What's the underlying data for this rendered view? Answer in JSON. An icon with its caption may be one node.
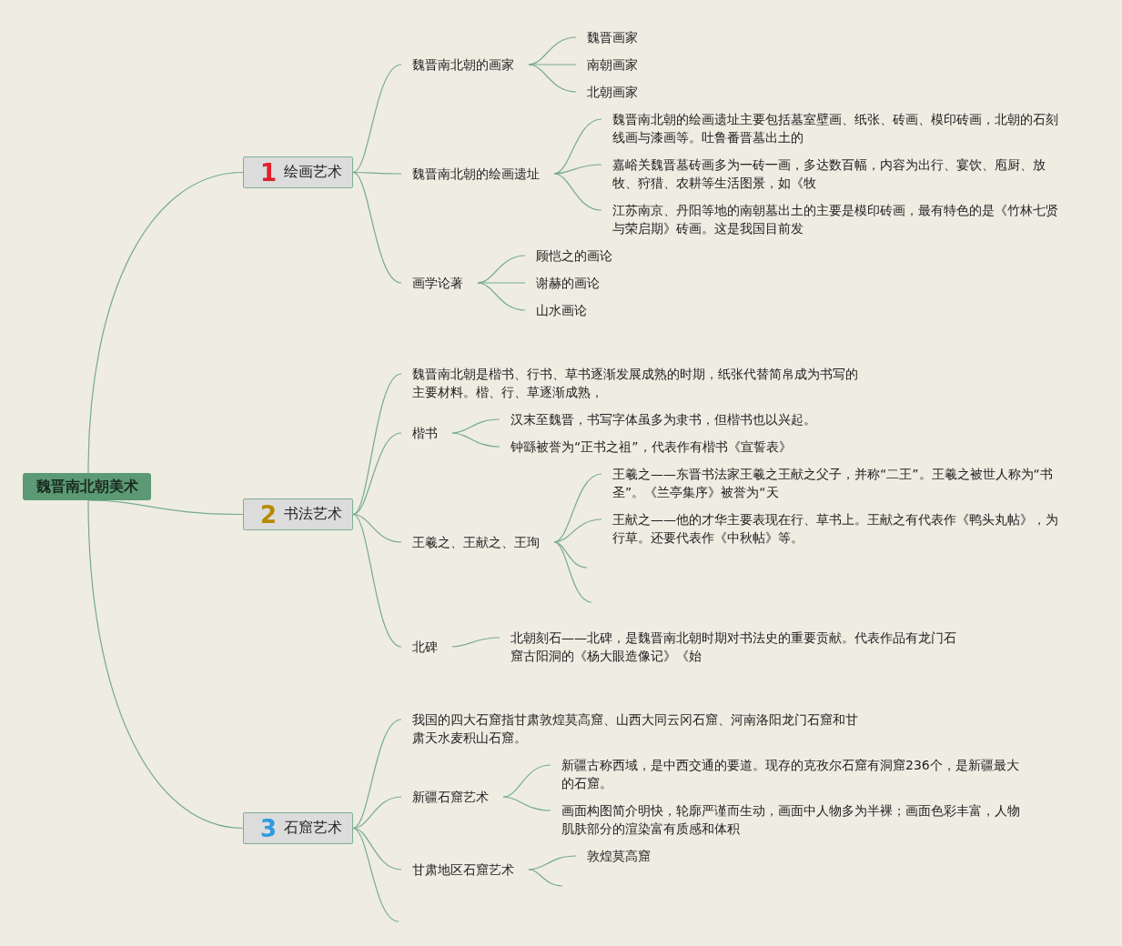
{
  "diagram": {
    "nodes": [
      {
        "text": [
          "魏晋南北朝美术"
        ]
      },
      {
        "text": [
          "1",
          "绘画艺术"
        ]
      },
      {
        "text": [
          "魏晋南北朝的画家"
        ]
      },
      {
        "text": [
          "魏晋画家"
        ]
      },
      {
        "text": [
          "南朝画家"
        ]
      },
      {
        "text": [
          "北朝画家"
        ]
      },
      {
        "text": [
          "魏晋南北朝的绘画遗址"
        ]
      },
      {
        "text": [
          "魏晋南北朝的绘画遗址主要包括墓室壁画、纸张、砖画、模印砖画，北朝的石刻线画与漆画等。吐鲁番晋墓出土的"
        ]
      },
      {
        "text": [
          "嘉峪关魏晋墓砖画多为一砖一画，多达数百幅，内容为出行、宴饮、庖厨、放牧、狩猎、农耕等生活图景，如《牧"
        ]
      },
      {
        "text": [
          "江苏南京、丹阳等地的南朝墓出土的主要是模印砖画，最有特色的是《竹林七贤与荣启期》砖画。这是我国目前发"
        ]
      },
      {
        "text": [
          "画学论著"
        ]
      },
      {
        "text": [
          "顾恺之的画论"
        ]
      },
      {
        "text": [
          "谢赫的画论"
        ]
      },
      {
        "text": [
          "山水画论"
        ]
      },
      {
        "text": [
          "2",
          "书法艺术"
        ]
      },
      {
        "text": [
          "魏晋南北朝是楷书、行书、草书逐渐发展成熟的时期，纸张代替简帛成为书写的主要材料。楷、行、草逐渐成熟，"
        ]
      },
      {
        "text": [
          "楷书"
        ]
      },
      {
        "text": [
          "汉末至魏晋，书写字体虽多为隶书，但楷书也以兴起。"
        ]
      },
      {
        "text": [
          "钟繇被誉为“正书之祖”，代表作有楷书《宣誓表》"
        ]
      },
      {
        "text": [
          "王羲之、王献之、王珣"
        ]
      },
      {
        "text": [
          "王羲之——东晋书法家王羲之王献之父子，并称“二王”。王羲之被世人称为“书圣”。《兰亭集序》被誉为“天"
        ]
      },
      {
        "text": [
          "王献之——他的才华主要表现在行、草书上。王献之有代表作《鸭头丸帖》，为行草。还要代表作《中秋帖》等。"
        ]
      },
      {
        "text": [
          "北碑"
        ]
      },
      {
        "text": [
          "北朝刻石——北碑，是魏晋南北朝时期对书法史的重要贡献。代表作品有龙门石窟古阳洞的《杨大眼造像记》《始"
        ]
      },
      {
        "text": [
          "3",
          "石窟艺术"
        ]
      },
      {
        "text": [
          "我国的四大石窟指甘肃敦煌莫高窟、山西大同云冈石窟、河南洛阳龙门石窟和甘肃天水麦积山石窟。"
        ]
      },
      {
        "text": [
          "新疆石窟艺术"
        ]
      },
      {
        "text": [
          "新疆古称西域，是中西交通的要道。现存的克孜尔石窟有洞窟236个，是新疆最大的石窟。"
        ]
      },
      {
        "text": [
          "画面构图简介明快，轮廓严谨而生动，画面中人物多为半裸；画面色彩丰富，人物肌肤部分的渲染富有质感和体积"
        ]
      },
      {
        "text": [
          "甘肃地区石窟艺术"
        ]
      },
      {
        "text": [
          "敦煌莫高窟"
        ]
      }
    ],
    "edges": [
      {
        "from": 0,
        "to": 1,
        "arrow": "none"
      },
      {
        "from": 0,
        "to": 14,
        "arrow": "none"
      },
      {
        "from": 0,
        "to": 24,
        "arrow": "none"
      },
      {
        "from": 1,
        "to": 2,
        "arrow": "none"
      },
      {
        "from": 1,
        "to": 6,
        "arrow": "none"
      },
      {
        "from": 1,
        "to": 10,
        "arrow": "none"
      },
      {
        "from": 2,
        "to": 3,
        "arrow": "none"
      },
      {
        "from": 2,
        "to": 4,
        "arrow": "none"
      },
      {
        "from": 2,
        "to": 5,
        "arrow": "none"
      },
      {
        "from": 6,
        "to": 7,
        "arrow": "none"
      },
      {
        "from": 6,
        "to": 8,
        "arrow": "none"
      },
      {
        "from": 6,
        "to": 9,
        "arrow": "none"
      },
      {
        "from": 10,
        "to": 11,
        "arrow": "none"
      },
      {
        "from": 10,
        "to": 12,
        "arrow": "none"
      },
      {
        "from": 10,
        "to": 13,
        "arrow": "none"
      },
      {
        "from": 14,
        "to": 15,
        "arrow": "none"
      },
      {
        "from": 14,
        "to": 16,
        "arrow": "none"
      },
      {
        "from": 14,
        "to": 19,
        "arrow": "none"
      },
      {
        "from": 14,
        "to": 22,
        "arrow": "none"
      },
      {
        "from": 16,
        "to": 17,
        "arrow": "none"
      },
      {
        "from": 16,
        "to": 18,
        "arrow": "none"
      },
      {
        "from": 19,
        "to": 20,
        "arrow": "none"
      },
      {
        "from": 19,
        "to": 21,
        "arrow": "none"
      },
      {
        "from": 19,
        "to": null,
        "arrow": "none"
      },
      {
        "from": 19,
        "to": null,
        "arrow": "none"
      },
      {
        "from": 22,
        "to": 23,
        "arrow": "none"
      },
      {
        "from": 24,
        "to": 25,
        "arrow": "none"
      },
      {
        "from": 24,
        "to": 26,
        "arrow": "none"
      },
      {
        "from": 24,
        "to": 29,
        "arrow": "none"
      },
      {
        "from": 24,
        "to": null,
        "arrow": "none"
      },
      {
        "from": 26,
        "to": 27,
        "arrow": "none"
      },
      {
        "from": 26,
        "to": 28,
        "arrow": "none"
      },
      {
        "from": 29,
        "to": 30,
        "arrow": "none"
      },
      {
        "from": 29,
        "to": null,
        "arrow": "none"
      }
    ]
  }
}
